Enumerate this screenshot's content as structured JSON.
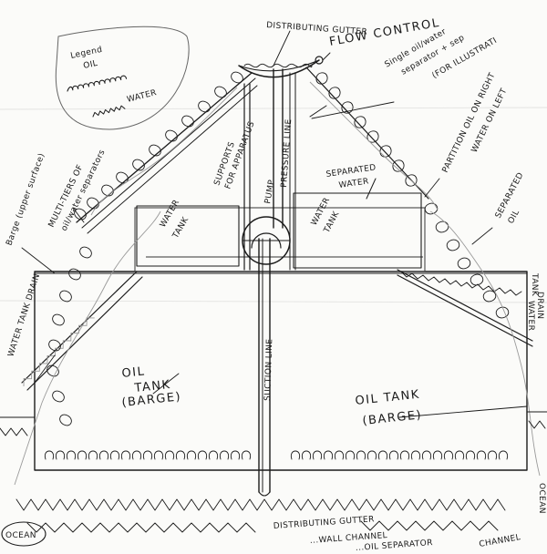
{
  "labels": {
    "distributing_gutter": "DISTRIBUTING GUTTER",
    "flow_control": "FLOW CONTROL",
    "single_sep_1": "Single oil/water",
    "single_sep_2": "separator + sep",
    "single_sep_3": "(FOR ILLUSTRATI",
    "legend": "Legend",
    "legend_oil": "OIL",
    "legend_water": "WATER",
    "barge_upper": "Barge (upper surface)",
    "multi_tiers_1": "MULTI-TIERS OF",
    "multi_tiers_2": "oil/water separators",
    "supports": "SUPPORTS",
    "supports_2": "FOR APPARATUS",
    "pump": "PUMP",
    "pressure_line": "PRESSURE LINE",
    "separated_water_1": "SEPARATED",
    "separated_water_2": "WATER",
    "partition_1": "PARTITION OIL ON RIGHT",
    "partition_2": "WATER ON LEFT",
    "separated_oil_1": "SEPARATED",
    "separated_oil_2": "OIL",
    "water_tank_left_1": "WATER",
    "water_tank_left_2": "TANK",
    "water_tank_right_1": "WATER",
    "water_tank_right_2": "TANK",
    "tank_drain_right_1": "TANK",
    "tank_drain_right_2": "DRAIN",
    "tank_drain_right_3": "WATER",
    "water_tank_drain_left": "WATER TANK DRAIN",
    "oil_tank_left_1": "OIL",
    "oil_tank_left_2": "TANK",
    "oil_tank_left_3": "(BARGE)",
    "suction_line": "SUCTION LINE",
    "oil_tank_right_1": "OIL      TANK",
    "oil_tank_right_2": "(BARGE)",
    "ocean_left": "OCEAN",
    "ocean_right": "OCEAN",
    "bottom_gutter": "DISTRIBUTING GUTTER",
    "bottom_channel": "...WALL CHANNEL",
    "bottom_separator": "...OIL SEPARATOR",
    "channel": "CHANNEL"
  },
  "colors": {
    "ink": "#1b1b1b",
    "paper": "#fbfbf9",
    "pencil": "#9a9a9a"
  }
}
